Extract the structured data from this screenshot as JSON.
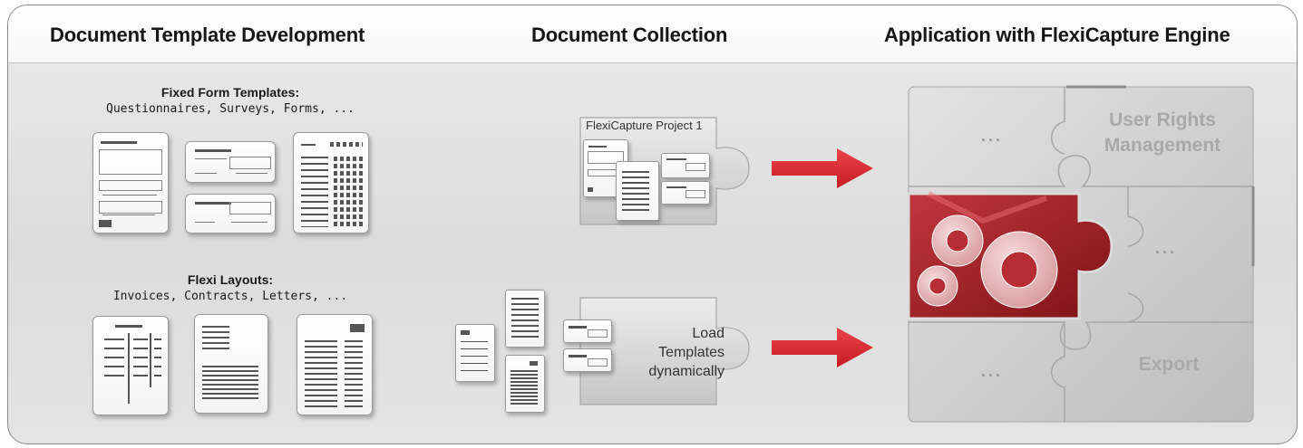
{
  "headers": {
    "left": "Document Template Development",
    "middle": "Document Collection",
    "right": "Application with FlexiCapture Engine"
  },
  "fixed_forms": {
    "title": "Fixed Form Templates:",
    "subtitle": "Questionnaires, Surveys, Forms, ..."
  },
  "flexi_layouts": {
    "title": "Flexi Layouts:",
    "subtitle": "Invoices, Contracts, Letters, ..."
  },
  "project_piece": {
    "label": "FlexiCapture Project 1"
  },
  "load_piece": {
    "label_line1": "Load",
    "label_line2": "Templates",
    "label_line3": "dynamically"
  },
  "engine": {
    "top_left_dots": "...",
    "user_rights_line1": "User Rights",
    "user_rights_line2": "Management",
    "right_dots": "...",
    "bottom_left_dots": "...",
    "export": "Export"
  },
  "colors": {
    "arrow": "#d9262e",
    "puzzle_gray": "#c9c9c9",
    "gear_red": "#b3262d"
  },
  "icons": {
    "arrow_top": "red-arrow-right-icon",
    "arrow_bottom": "red-arrow-right-icon",
    "gears": "gears-icon"
  }
}
